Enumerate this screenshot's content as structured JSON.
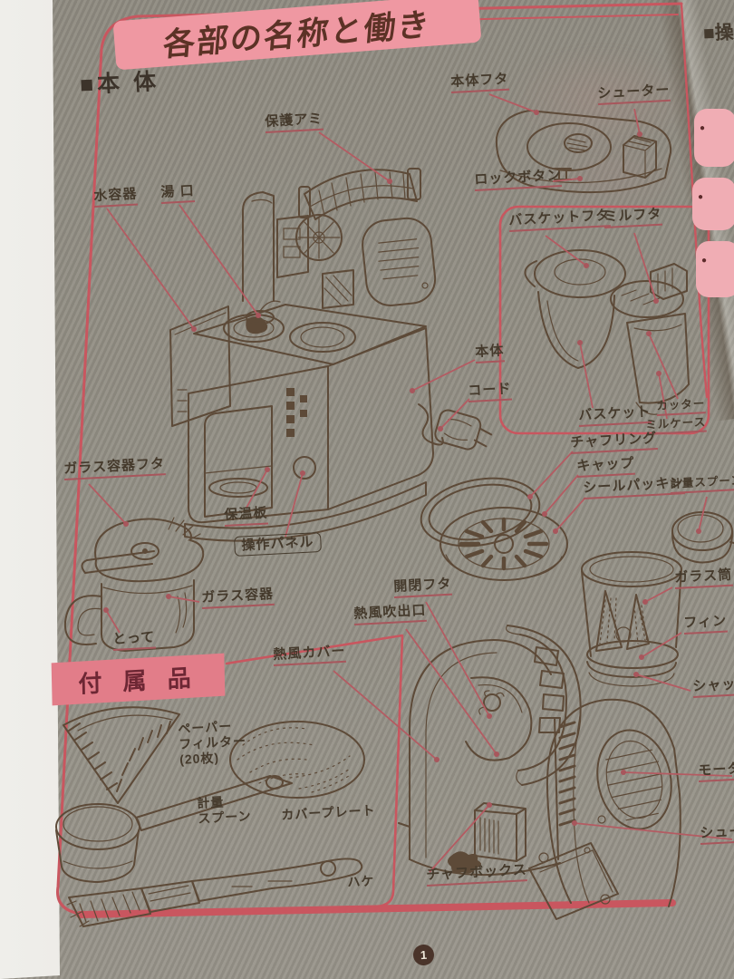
{
  "header": {
    "title": "各部の名称と働き",
    "section_main": "■本  体"
  },
  "labels": {
    "hogo_ami": "保護アミ",
    "mizu_yoki": "水容器",
    "yuguchi": "湯 口",
    "hontai_futa": "本体フタ",
    "shooter_top": "シューター",
    "lock_button": "ロックボタン",
    "basket_futa": "バスケットフタ",
    "mill_futa": "ミルフタ",
    "hontai": "本体",
    "cord": "コード",
    "basket": "バスケット",
    "cutter": "カッター",
    "mill_case": "ミルケース",
    "chaff_ring": "チャフリング",
    "cap": "キャップ",
    "seal_packing": "シールパッキン",
    "keiryo_spoon": "計量スプーン",
    "glass_yoki_futa": "ガラス容器フタ",
    "hoonban": "保温板",
    "sosa_panel": "操作パネル",
    "glass_yoki": "ガラス容器",
    "totte": "とって",
    "glass_tsutsu": "ガラス筒",
    "fin": "フィン",
    "shutter": "シャッター",
    "kaihei_futa": "開閉フタ",
    "neppu_fukidashiguchi": "熱風吹出口",
    "neppu_cover": "熱風カバー",
    "motor": "モーター",
    "shooter_bottom": "シュー",
    "chaff_box": "チャフボックス"
  },
  "accessories": {
    "heading": "付 属 品",
    "paper_filter": "ペーパー\nフィルター\n(20枚)",
    "keiryo_spoon": "計量\nスプーン",
    "cover_plate": "カバープレート",
    "hake": "ハケ"
  },
  "footer": {
    "page_number": "1"
  },
  "next_page": {
    "heading_partial": "■操",
    "bullet": "●"
  },
  "colors": {
    "banner_pink": "#ef98a2",
    "frame_pink": "#c9565f",
    "pointer_red": "#a8565c",
    "paper": "#e7e0cd",
    "ink": "#5d4a38"
  }
}
